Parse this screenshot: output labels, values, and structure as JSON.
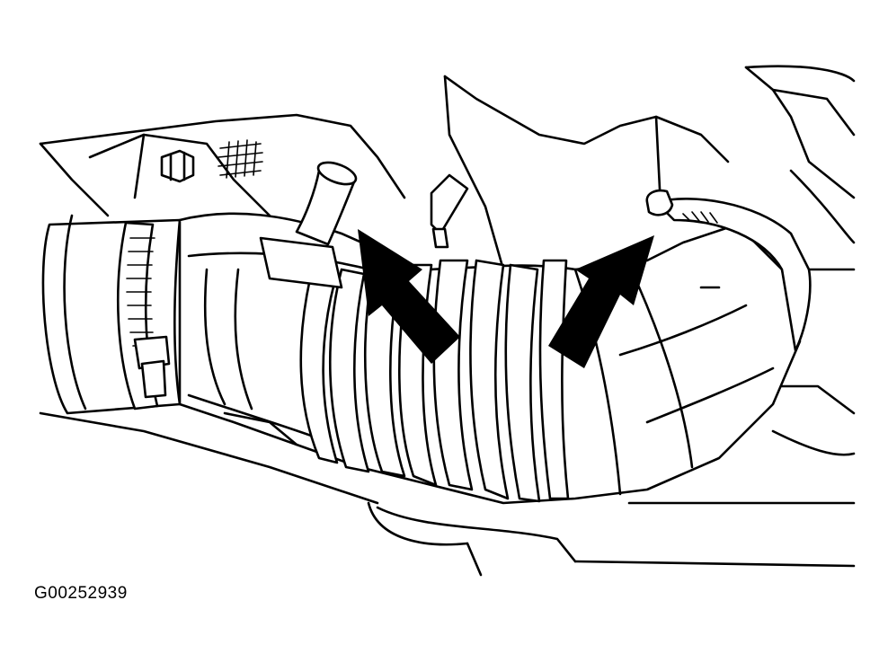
{
  "figure": {
    "id_label": "G00252939",
    "callouts": [
      {
        "name": "left-arrow",
        "direction": "up-left"
      },
      {
        "name": "right-arrow",
        "direction": "up-right"
      }
    ]
  },
  "colors": {
    "ink": "#000000",
    "paper": "#ffffff"
  }
}
